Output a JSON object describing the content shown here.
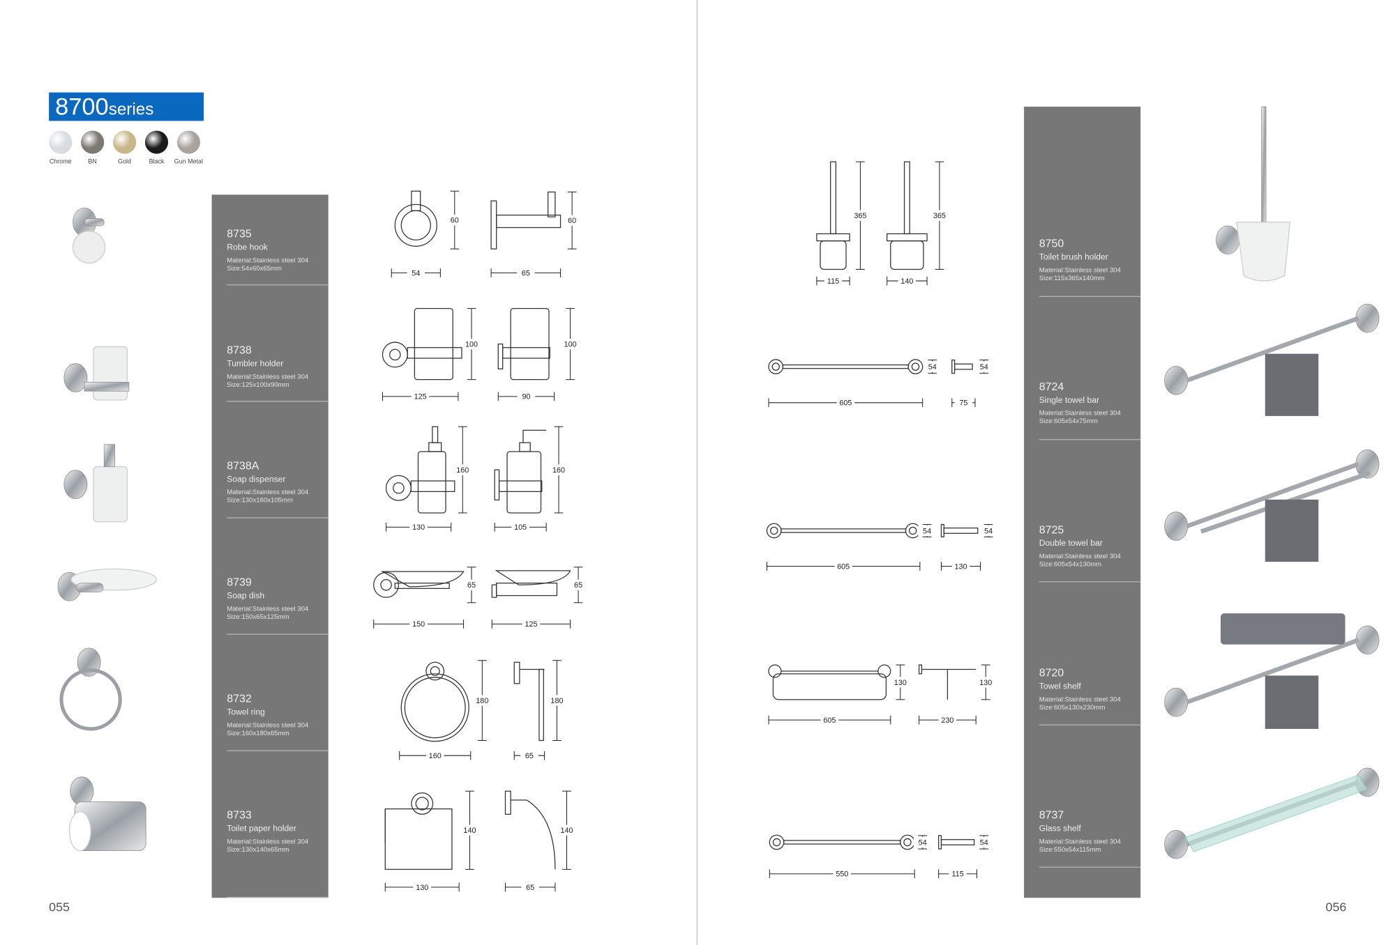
{
  "series": {
    "number": "8700",
    "suffix": "series",
    "color": "#0a68bf"
  },
  "finishes": [
    {
      "label": "Chrome",
      "color": "#d9dde2"
    },
    {
      "label": "BN",
      "color": "#7d7a74"
    },
    {
      "label": "Gold",
      "color": "#c9b68a"
    },
    {
      "label": "Black",
      "color": "#1a1a1a"
    },
    {
      "label": "Gun Metal",
      "color": "#a8a39c"
    }
  ],
  "pages": {
    "left": "055",
    "right": "056"
  },
  "left_products": [
    {
      "code": "8735",
      "name": "Robe hook",
      "material": "Material:Stainless steel 304",
      "size": "Size:54x60x65mm",
      "dims": [
        {
          "h": "54",
          "v": "60"
        },
        {
          "h": "65",
          "v": "60"
        }
      ]
    },
    {
      "code": "8738",
      "name": "Tumbler holder",
      "material": "Material:Stainless steel 304",
      "size": "Size:125x100x90mm",
      "dims": [
        {
          "h": "125",
          "v": "100"
        },
        {
          "h": "90",
          "v": "100"
        }
      ]
    },
    {
      "code": "8738A",
      "name": "Soap dispenser",
      "material": "Material:Stainless steel 304",
      "size": "Size:130x160x105mm",
      "dims": [
        {
          "h": "130",
          "v": "160"
        },
        {
          "h": "105",
          "v": "160"
        }
      ]
    },
    {
      "code": "8739",
      "name": "Soap dish",
      "material": "Material:Stainless steel 304",
      "size": "Size:150x65x125mm",
      "dims": [
        {
          "h": "150",
          "v": "65"
        },
        {
          "h": "125",
          "v": "65"
        }
      ]
    },
    {
      "code": "8732",
      "name": "Towel ring",
      "material": "Material:Stainless steel 304",
      "size": "Size:160x180x65mm",
      "dims": [
        {
          "h": "160",
          "v": "180"
        },
        {
          "h": "65",
          "v": "180"
        }
      ]
    },
    {
      "code": "8733",
      "name": "Toilet paper holder",
      "material": "Material:Stainless steel 304",
      "size": "Size:130x140x65mm",
      "dims": [
        {
          "h": "130",
          "v": "140"
        },
        {
          "h": "65",
          "v": "140"
        }
      ]
    }
  ],
  "right_products": [
    {
      "code": "8750",
      "name": "Toilet brush holder",
      "material": "Material:Stainless steel 304",
      "size": "Size:115x365x140mm",
      "dims": [
        {
          "h": "115",
          "v": "365"
        },
        {
          "h": "140",
          "v": "365"
        }
      ]
    },
    {
      "code": "8724",
      "name": "Single towel bar",
      "material": "Material:Stainless steel 304",
      "size": "Size:605x54x75mm",
      "dims": [
        {
          "h": "605",
          "v": "54"
        },
        {
          "h": "75",
          "v": "54"
        }
      ]
    },
    {
      "code": "8725",
      "name": "Double towel bar",
      "material": "Material:Stainless steel 304",
      "size": "Size:605x54x130mm",
      "dims": [
        {
          "h": "605",
          "v": "54"
        },
        {
          "h": "130",
          "v": "54"
        }
      ]
    },
    {
      "code": "8720",
      "name": "Towel shelf",
      "material": "Material:Stainless steel 304",
      "size": "Size:605x130x230mm",
      "dims": [
        {
          "h": "605",
          "v": "130"
        },
        {
          "h": "230",
          "v": "130"
        }
      ]
    },
    {
      "code": "8737",
      "name": "Glass shelf",
      "material": "Material:Stainless steel 304",
      "size": "Size:550x54x115mm",
      "dims": [
        {
          "h": "550",
          "v": "54"
        },
        {
          "h": "115",
          "v": "54"
        }
      ]
    }
  ]
}
